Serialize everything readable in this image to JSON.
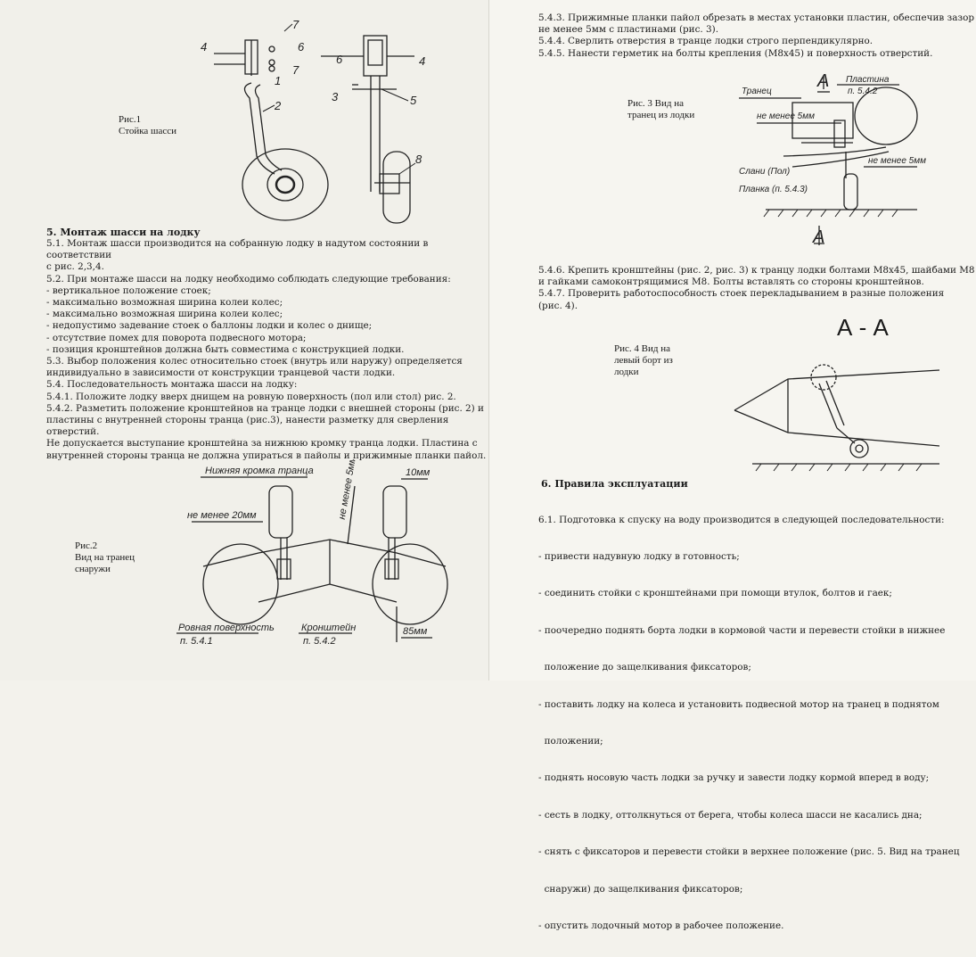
{
  "left": {
    "fig1": {
      "caption1": "Рис.1",
      "caption2": "Стойка шасси",
      "labels": [
        "7",
        "4",
        "6",
        "7",
        "1",
        "2",
        "6",
        "4",
        "3",
        "5",
        "8"
      ]
    },
    "section5": {
      "heading": "5. Монтаж шасси на лодку",
      "lines": [
        "5.1. Монтаж шасси производится на собранную лодку в надутом состоянии в соответствии",
        "с рис. 2,3,4.",
        "5.2. При монтаже шасси на лодку необходимо соблюдать следующие требования:",
        "- вертикальное положение стоек;",
        "- максимально возможная ширина колеи колес;",
        "- максимально возможная ширина колеи колес;",
        "- недопустимо задевание стоек о баллоны лодки и колес о днище;",
        "- отсутствие помех для поворота подвесного мотора;",
        "- позиция кронштейнов должна быть совместима с конструкцией лодки.",
        "5.3. Выбор положения колес относительно стоек (внутрь или наружу) определяется",
        "индивидуально в зависимости от конструкции транцевой части лодки.",
        "5.4. Последовательность монтажа шасси на лодку:",
        "5.4.1. Положите лодку вверх днищем на ровную поверхность (пол или стол) рис. 2.",
        "5.4.2. Разметить положение кронштейнов на транце лодки с внешней стороны (рис. 2) и",
        "пластины с внутренней стороны транца (рис.3), нанести разметку для сверления отверстий.",
        "Не допускается выступание кронштейна за нижнюю кромку транца лодки. Пластина с",
        "внутренней стороны транца не должна упираться в пайолы и прижимные планки пайол."
      ]
    },
    "fig2": {
      "caption1": "Рис.2",
      "caption2": "Вид на транец",
      "caption3": "снаружи",
      "label_edge": "Нижняя кромка транца",
      "label_min20": "не менее 20мм",
      "label_min5": "не менее 5мм",
      "label_10": "10мм",
      "label_85": "85мм",
      "label_surface": "Ровная поверхность",
      "label_surface_ref": "п. 5.4.1",
      "label_bracket": "Кронштейн",
      "label_bracket_ref": "п. 5.4.2"
    }
  },
  "right": {
    "intro": [
      "5.4.3. Прижимные планки пайол обрезать в местах установки пластин, обеспечив зазор",
      "не менее 5мм с пластинами (рис. 3).",
      "5.4.4. Сверлить отверстия в транце лодки строго перпендикулярно.",
      "5.4.5. Нанести герметик на болты крепления (М8х45) и поверхность отверстий."
    ],
    "fig3": {
      "caption1": "Рис. 3 Вид на",
      "caption2": "транец из лодки",
      "label_a": "A",
      "label_plate": "Пластина",
      "label_plate_ref": "п. 5.4.2",
      "label_transom": "Транец",
      "label_min5a": "не менее 5мм",
      "label_min5b": "не менее 5мм",
      "label_floor": "Слани (Пол)",
      "label_strip": "Планка (п. 5.4.3)",
      "label_a2": "A"
    },
    "mid": [
      "5.4.6. Крепить кронштейны (рис. 2, рис. 3) к транцу лодки болтами М8х45, шайбами М8",
      "и гайками самоконтрящимися М8. Болты вставлять со стороны кронштейнов.",
      "5.4.7. Проверить работоспособность стоек перекладыванием в разные положения",
      "(рис. 4)."
    ],
    "fig4": {
      "title": "А - А",
      "caption1": "Рис. 4 Вид на",
      "caption2": "левый борт из",
      "caption3": "лодки"
    },
    "section6": {
      "heading": "6. Правила эксплуатации",
      "lines": [
        "6.1. Подготовка к спуску на воду производится в следующей последовательности:",
        "- привести надувную лодку в готовность;",
        "- соединить стойки с кронштейнами при помощи втулок, болтов и гаек;",
        "- поочередно поднять борта лодки в кормовой части и перевести стойки в нижнее",
        "  положение до защелкивания фиксаторов;",
        "- поставить лодку на колеса и установить подвесной мотор на транец в поднятом",
        "  положении;",
        "- поднять носовую часть лодки за ручку и завести лодку кормой вперед в воду;",
        "- сесть в лодку, оттолкнуться от берега, чтобы колеса шасси не касались дна;",
        "- снять с фиксаторов и перевести стойки в верхнее положение (рис. 5. Вид на транец",
        "  снаружи) до защелкивания фиксаторов;",
        "- опустить лодочный мотор в рабочее положение."
      ]
    }
  }
}
